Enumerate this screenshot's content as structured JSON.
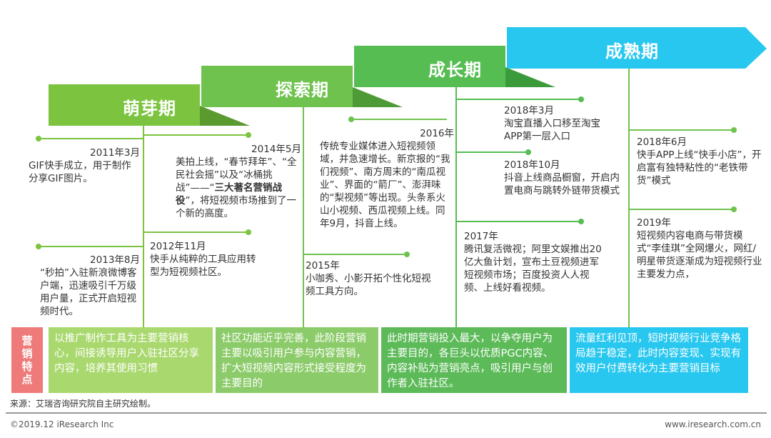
{
  "colors": {
    "stage1": "#7cc440",
    "stage2": "#6fc24e",
    "stage3": "#55bd52",
    "stage4": "#28c7ef",
    "marketing_tag": "#ee7a7a"
  },
  "stages": [
    {
      "label": "萌芽期"
    },
    {
      "label": "探索期"
    },
    {
      "label": "成长期"
    },
    {
      "label": "成熟期"
    }
  ],
  "events": {
    "e2011": {
      "year": "2011年3月",
      "text": "GIF快手成立，用于制作分享GIF图片。"
    },
    "e2013": {
      "year": "2013年8月",
      "text": "“秒拍”入驻新浪微博客户端，迅速吸引千万级用户量，正式开启短视频时代。"
    },
    "e2014": {
      "year": "2014年5月",
      "text_a": "美拍上线，“春节拜年”、“全民社会摇”以及“冰桶挑战”——“",
      "text_bold": "三大著名营销战役",
      "text_b": "”，将短视频市场推到了一个新的高度。"
    },
    "e2012": {
      "year": "2012年11月",
      "text": "快手从纯粹的工具应用转型为短视频社区。"
    },
    "e2016": {
      "year": "2016年",
      "text": "传统专业媒体进入短视频领域，并急速增长。新京报的“我们视频”、南方周末的“南瓜视业”、界面的“箭厂”、澎湃味的“梨视频”等出现。头条系火山小视频、西瓜视频上线。同年9月，抖音上线。"
    },
    "e2015": {
      "year": "2015年",
      "text": "小咖秀、小影开拓个性化短视频工具方向。"
    },
    "e201803": {
      "year": "2018年3月",
      "text": "淘宝直播入口移至淘宝APP第一层入口"
    },
    "e201810": {
      "year": "2018年10月",
      "text": "抖音上线商品橱窗，开启内置电商与跳转外链带货模式"
    },
    "e2017": {
      "year": "2017年",
      "text": "腾讯复活微视；阿里文娱推出20亿大鱼计划，宣布土豆视频进军短视频市场；百度投资人人视频、上线好看视频。"
    },
    "e201806": {
      "year": "2018年6月",
      "text": "快手APP上线“快手小店”，开启富有独特粘性的“老铁带货”模式"
    },
    "e2019": {
      "year": "2019年",
      "text": "短视频内容电商与带货模式“李佳琪”全网爆火，网红/明星带货逐渐成为短视频行业主要发力点，"
    }
  },
  "marketing": {
    "tag_chars": [
      "营",
      "销",
      "特",
      "点"
    ],
    "stage1": "以推广制作工具为主要营销核心，间接诱导用户入驻社区分享内容，培养其使用习惯",
    "stage2": "社区功能近乎完善，此阶段营销主要以吸引用户参与内容营销，扩大短视频内容形式接受程度为主要目的",
    "stage3": "此时期营销投入最大，以争夺用户为主要目的，各巨头以优质PGC内容、内容补贴为营销亮点，吸引用户与创作者入驻社区。",
    "stage4": "流量红利见顶，短时视频行业竞争格局趋于稳定，此时内容变现、实现有效用户付费转化为主要营销目标"
  },
  "footer": {
    "source": "来源：艾瑞咨询研究院自主研究绘制。",
    "copyright": "©2019.12 iResearch Inc",
    "website": "www.iresearch.com.cn"
  }
}
